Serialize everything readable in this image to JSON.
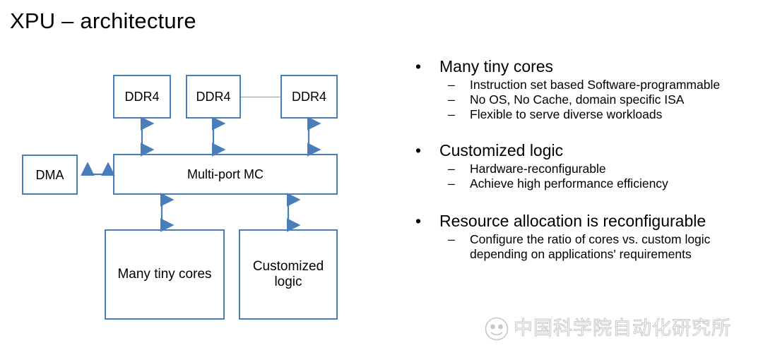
{
  "slide": {
    "title": "XPU – architecture",
    "accent_color": "#4a7ebb",
    "text_color": "#000000",
    "background_color": "#ffffff"
  },
  "diagram": {
    "nodes": [
      {
        "id": "ddr4-1",
        "label": "DDR4"
      },
      {
        "id": "ddr4-2",
        "label": "DDR4"
      },
      {
        "id": "ddr4-3",
        "label": "DDR4"
      },
      {
        "id": "dma",
        "label": "DMA"
      },
      {
        "id": "mc",
        "label": "Multi-port MC"
      },
      {
        "id": "cores",
        "label": "Many tiny cores"
      },
      {
        "id": "custom",
        "label": "Customized logic"
      }
    ],
    "connectors": [
      {
        "from": "ddr4-1",
        "to": "mc",
        "kind": "double-arrow-vertical"
      },
      {
        "from": "ddr4-2",
        "to": "mc",
        "kind": "double-arrow-vertical"
      },
      {
        "from": "ddr4-3",
        "to": "mc",
        "kind": "double-arrow-vertical"
      },
      {
        "from": "dma",
        "to": "mc",
        "kind": "double-arrow-horizontal"
      },
      {
        "from": "mc",
        "to": "cores",
        "kind": "double-arrow-vertical"
      },
      {
        "from": "mc",
        "to": "custom",
        "kind": "double-arrow-vertical"
      },
      {
        "from": "ddr4-2",
        "to": "ddr4-3",
        "kind": "plain-line"
      }
    ]
  },
  "bullets": [
    {
      "marker": "•",
      "text": "Many tiny cores",
      "sub_marker": "–",
      "subs": [
        "Instruction set based Software-programmable",
        "No OS, No Cache, domain specific ISA",
        "Flexible to serve diverse workloads"
      ]
    },
    {
      "marker": "•",
      "text": "Customized logic",
      "sub_marker": "–",
      "subs": [
        "Hardware-reconfigurable",
        "Achieve high performance efficiency"
      ]
    },
    {
      "marker": "•",
      "text": "Resource allocation is reconfigurable",
      "sub_marker": "–",
      "subs": [
        "Configure the ratio of cores vs. custom logic depending on applications' requirements"
      ]
    }
  ],
  "watermark": {
    "text": "中国科学院自动化研究所",
    "logo_name": "circular-institute-logo",
    "color": "#9a9a9a"
  }
}
